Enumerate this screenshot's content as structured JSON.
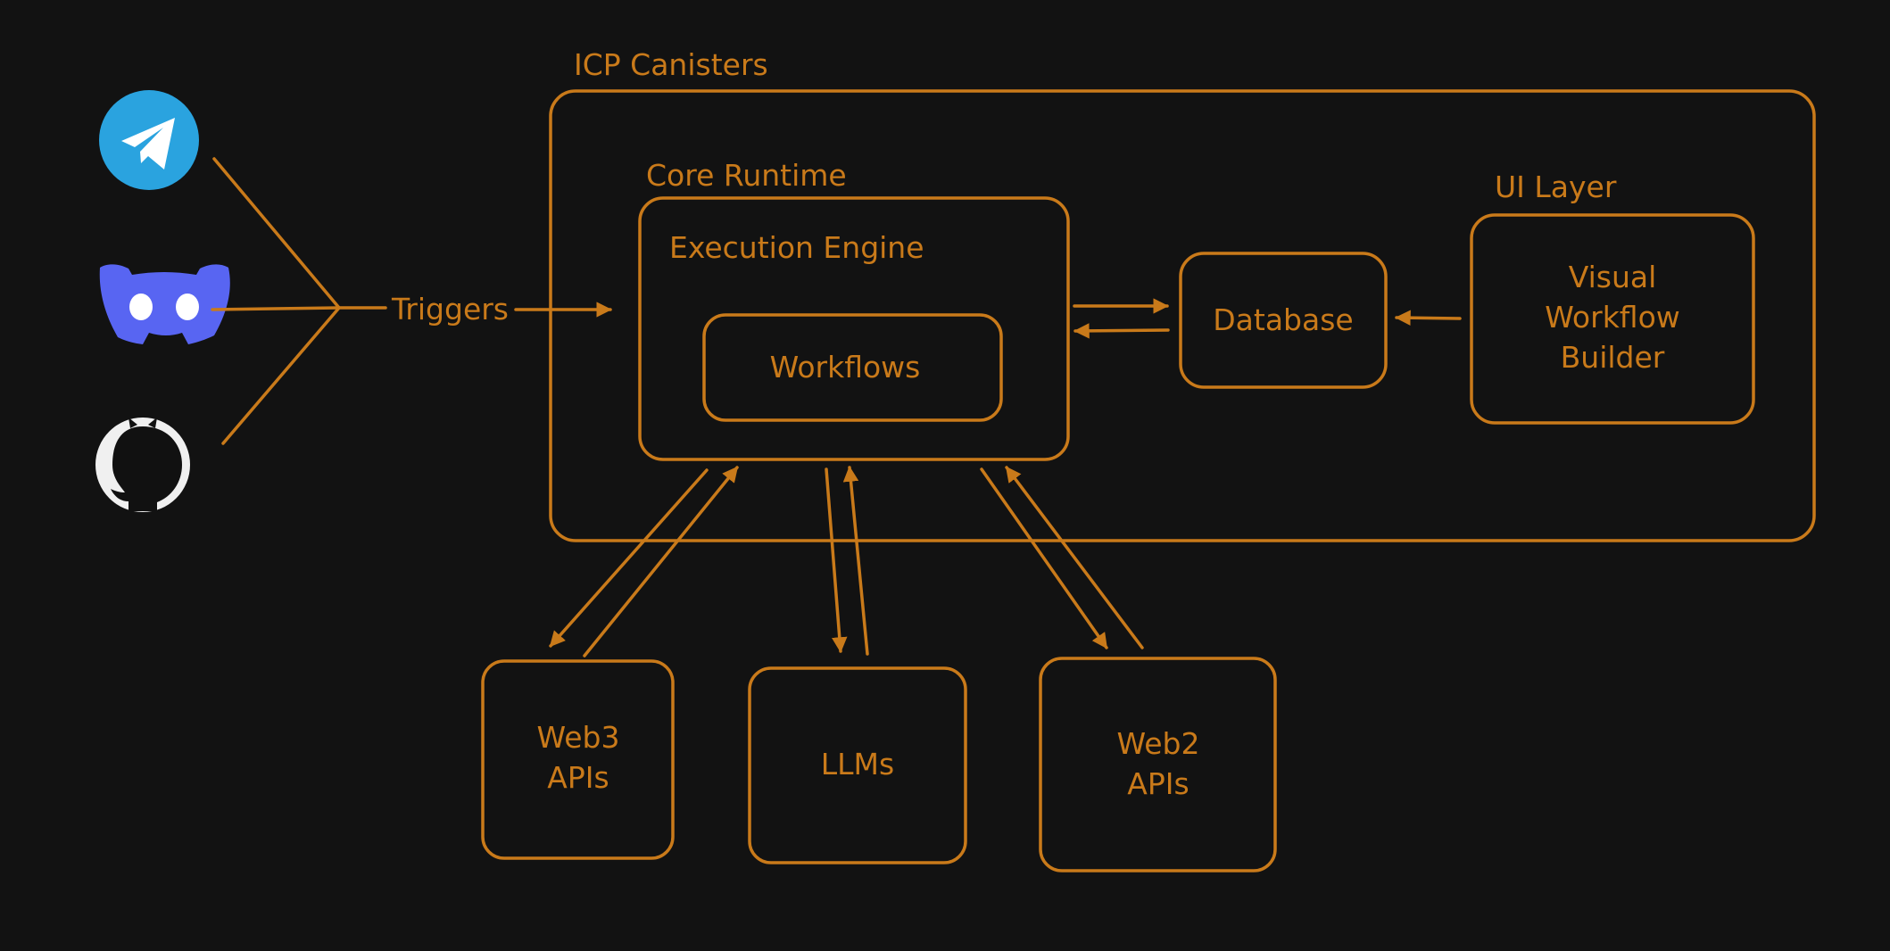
{
  "colors": {
    "background": "#121212",
    "accent": "#c97a1a",
    "telegram": "#2aa3df",
    "discord": "#5865f2",
    "github_bg": "#f0f0f0",
    "github_fg": "#111111"
  },
  "sources": [
    {
      "icon": "telegram-icon"
    },
    {
      "icon": "discord-icon"
    },
    {
      "icon": "github-icon"
    }
  ],
  "triggers_label": "Triggers",
  "icp": {
    "title": "ICP Canisters",
    "core": {
      "title": "Core Runtime",
      "engine": "Execution Engine",
      "workflows": "Workflows"
    },
    "database": "Database",
    "ui": {
      "title": "UI Layer",
      "builder": [
        "Visual",
        "Workflow",
        "Builder"
      ]
    }
  },
  "external": {
    "web3": [
      "Web3",
      "APIs"
    ],
    "llms": "LLMs",
    "web2": [
      "Web2",
      "APIs"
    ]
  }
}
